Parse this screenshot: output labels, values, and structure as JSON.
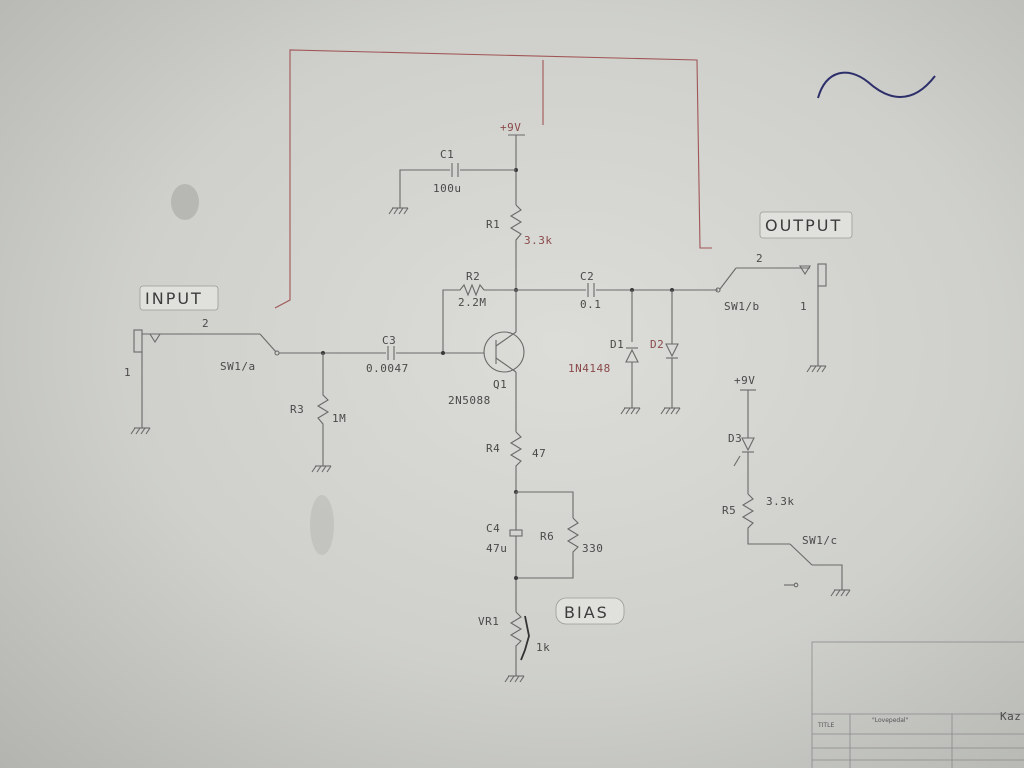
{
  "sections": {
    "input": "INPUT",
    "output": "OUTPUT",
    "bias": "BIAS"
  },
  "nodes": {
    "vcc_top": "+9V",
    "vcc_led": "+9V"
  },
  "components": {
    "c1": {
      "ref": "C1",
      "value": "100u"
    },
    "r1": {
      "ref": "R1",
      "value": "3.3k"
    },
    "r2": {
      "ref": "R2",
      "value": "2.2M"
    },
    "c2": {
      "ref": "C2",
      "value": "0.1"
    },
    "c3": {
      "ref": "C3",
      "value": "0.0047"
    },
    "r3": {
      "ref": "R3",
      "value": "1M"
    },
    "q1": {
      "ref": "Q1",
      "value": "2N5088"
    },
    "d1": {
      "ref": "D1",
      "value": "1N4148"
    },
    "d2": {
      "ref": "D2"
    },
    "r4": {
      "ref": "R4",
      "value": "47"
    },
    "c4": {
      "ref": "C4",
      "value": "47u"
    },
    "r6": {
      "ref": "R6",
      "value": "330"
    },
    "vr1": {
      "ref": "VR1",
      "value": "1k"
    },
    "d3": {
      "ref": "D3"
    },
    "r5": {
      "ref": "R5",
      "value": "3.3k"
    }
  },
  "switches": {
    "sw1a": "SW1/a",
    "sw1b": "SW1/b",
    "sw1c": "SW1/c"
  },
  "jacks": {
    "in_pin2": "2",
    "in_pin1": "1",
    "out_pin2": "2",
    "out_pin1": "1"
  },
  "title_block": {
    "title_label": "TITLE",
    "title_value": "\"Lovepedal\"",
    "maker": "Kaz"
  }
}
